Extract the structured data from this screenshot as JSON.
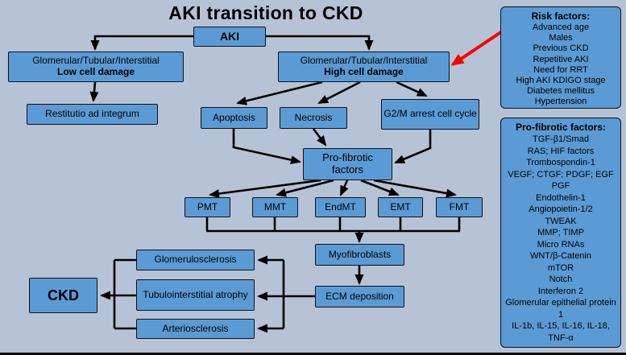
{
  "title": "AKI transition to CKD",
  "nodes": {
    "aki": {
      "label": "AKI"
    },
    "glom_low": {
      "line1": "Glomerular/Tubular/Interstitial",
      "line2": "Low cell damage"
    },
    "restitutio": {
      "label": "Restitutio ad integrum"
    },
    "glom_high": {
      "line1": "Glomerular/Tubular/Interstitial",
      "line2": "High cell damage"
    },
    "apoptosis": {
      "label": "Apoptosis"
    },
    "necrosis": {
      "label": "Necrosis"
    },
    "g2m": {
      "label": "G2/M arrest cell cycle"
    },
    "profibrotic": {
      "label": "Pro-fibrotic factors"
    },
    "pmt": {
      "label": "PMT"
    },
    "mmt": {
      "label": "MMT"
    },
    "endmt": {
      "label": "EndMT"
    },
    "emt": {
      "label": "EMT"
    },
    "fmt": {
      "label": "FMT"
    },
    "myofibroblasts": {
      "label": "Myofibroblasts"
    },
    "ecm": {
      "label": "ECM deposition"
    },
    "glomerulosclerosis": {
      "label": "Glomerulosclerosis"
    },
    "tubulointerstitial": {
      "label": "Tubulointerstitial atrophy"
    },
    "arteriosclerosis": {
      "label": "Arteriosclerosis"
    },
    "ckd": {
      "label": "CKD"
    }
  },
  "panels": {
    "risk": {
      "title": "Risk factors:",
      "items": [
        "Advanced age",
        "Males",
        "Previous CKD",
        "Repetitive AKI",
        "Need for RRT",
        "High AKI KDIGO stage",
        "Diabetes mellitus",
        "Hypertension"
      ]
    },
    "profibrotic": {
      "title": "Pro-fibrotic factors:",
      "items": [
        "TGF-β1/Smad",
        "RAS; HIF factors",
        "Trombospondin-1",
        "VEGF; CTGF; PDGF; EGF",
        "PGF",
        "Endothelin-1",
        "Angiopoietin-1/2",
        "TWEAK",
        "MMP; TIMP",
        "Micro RNAs",
        "WNT/β-Catenin",
        "mTOR",
        "Notch",
        "Interferon 2",
        "Glomerular epithelial protein 1",
        "IL-1b, IL-15, IL-16, IL-18, TNF-α"
      ]
    }
  },
  "colors": {
    "background": "#b6c3d6",
    "box_fill": "#5b9bd5",
    "box_border": "#111111",
    "arrow": "#000000",
    "red_arrow": "#ff0000",
    "text": "#000000"
  }
}
